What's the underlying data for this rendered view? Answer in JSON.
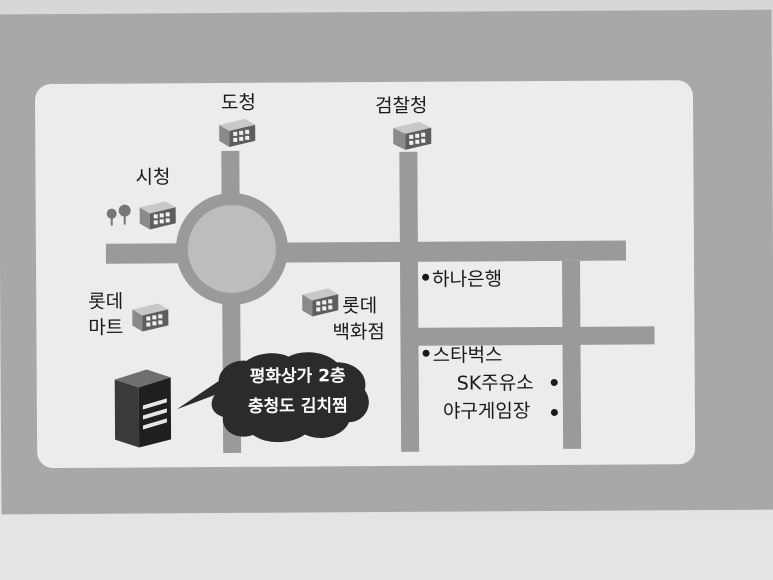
{
  "map": {
    "landmarks": {
      "provincial_office": "도청",
      "prosecutors_office": "검찰청",
      "city_hall": "시청",
      "lotte_mart_1": "롯데",
      "lotte_mart_2": "마트",
      "lotte_dept_1": "롯데",
      "lotte_dept_2": "백화점",
      "hana_bank": "하나은행",
      "starbucks": "스타벅스",
      "sk_gas": "SK주유소",
      "baseball_game": "야구게임장"
    },
    "destination": {
      "line1": "평화상가 2층",
      "line2": "충청도 김치찜"
    },
    "colors": {
      "card": "#a8a8a8",
      "map_bg": "#ececec",
      "road": "#9a9a9a",
      "bubble": "#2b2b2b"
    }
  }
}
